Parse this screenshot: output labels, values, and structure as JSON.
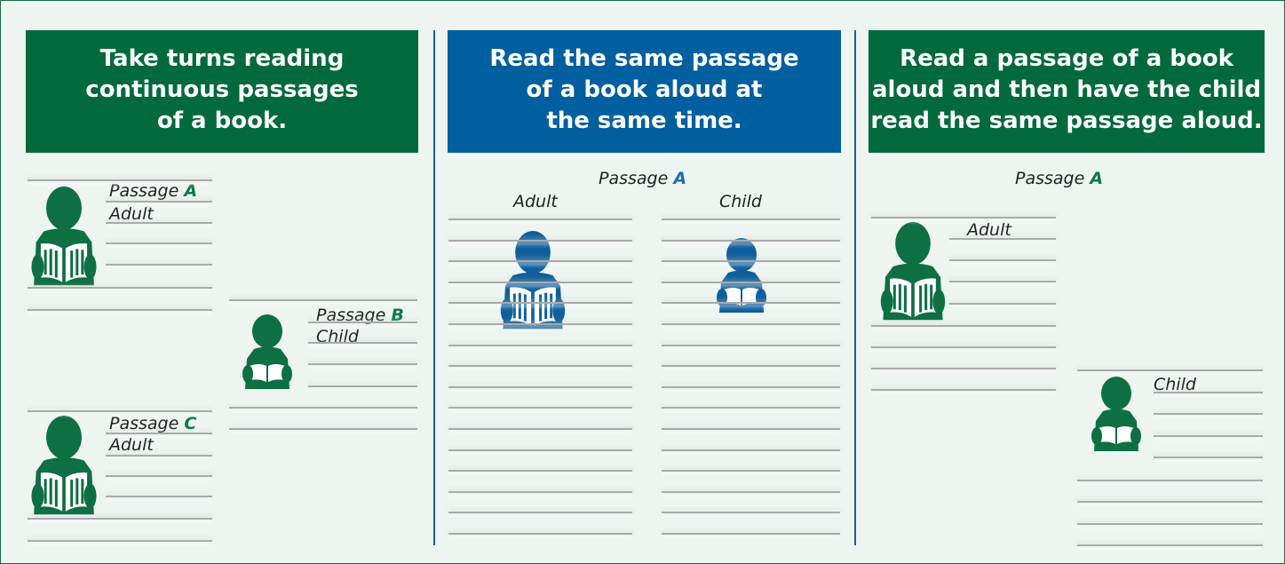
{
  "colors": {
    "green": "#006a3c",
    "blue": "#005f9e",
    "background": "#eef4f0",
    "line": "#a9aaab"
  },
  "panels": [
    {
      "header": [
        "Take turns reading",
        "continuous passages",
        "of a book."
      ],
      "passages": [
        {
          "label": "Passage",
          "letter": "A",
          "reader": "Adult"
        },
        {
          "label": "Passage",
          "letter": "B",
          "reader": "Child"
        },
        {
          "label": "Passage",
          "letter": "C",
          "reader": "Adult"
        }
      ]
    },
    {
      "header": [
        "Read the same passage",
        "of a book aloud at",
        "the same time."
      ],
      "passage": {
        "label": "Passage",
        "letter": "A"
      },
      "readers": [
        "Adult",
        "Child"
      ]
    },
    {
      "header": [
        "Read a passage of a book",
        "aloud and then have the child",
        "read the same passage aloud."
      ],
      "passage": {
        "label": "Passage",
        "letter": "A"
      },
      "readers": [
        "Adult",
        "Child"
      ]
    }
  ],
  "icons": [
    "adult-reading-icon",
    "child-reading-icon"
  ]
}
